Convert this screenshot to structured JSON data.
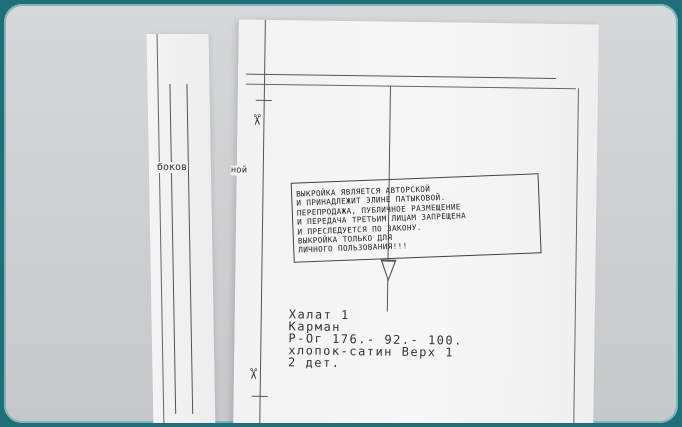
{
  "strip_label": "боков",
  "side_label": "ной",
  "notice_lines": [
    "ВЫКРОЙКА ЯВЛЯЕТСЯ АВТОРСКОЙ",
    "И ПРИНАДЛЕЖИТ ЭЛИНЕ ПАТЫКОВОЙ.",
    "ПЕРЕПРОДАЖА, ПУБЛИЧНОЕ РАЗМЕЩЕНИЕ",
    "И ПЕРЕДАЧА ТРЕТЬИМ ЛИЦАМ ЗАПРЕЩЕНА",
    "И ПРЕСЛЕДУЕТСЯ ПО ЗАКОНУ.",
    "ВЫКРОЙКА ТОЛЬКО ДЛЯ",
    "ЛИЧНОГО ПОЛЬЗОВАНИЯ!!!"
  ],
  "info_lines": [
    "Халат 1",
    "Карман",
    "Р-Ог   176.-    92.-   100.",
    "хлопок-сатин  Верх 1",
    "2 дет."
  ],
  "colors": {
    "background": "#1f6f78",
    "paper": "#f4f4f4",
    "ink": "#444444"
  },
  "icons": [
    "scissors-icon",
    "scissors-icon"
  ]
}
